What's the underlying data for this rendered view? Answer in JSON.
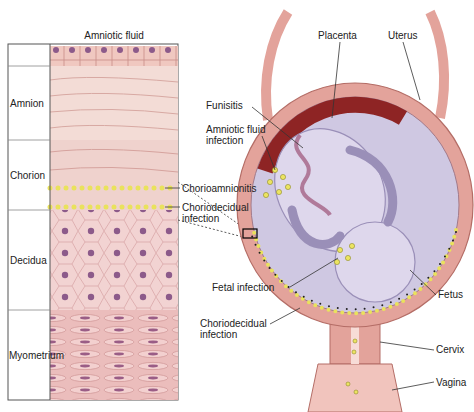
{
  "diagram": {
    "labels": [
      "Amniotic fluid",
      "Amnion",
      "Chorion",
      "Decidua",
      "Myometrium",
      "Chorioamnionitis",
      "Choriodecidual infection",
      "Placenta",
      "Uterus",
      "Funisitis",
      "Amniotic fluid infection",
      "Fetal infection",
      "Choriodecidual infection",
      "Fetus",
      "Cervix",
      "Vagina"
    ]
  }
}
